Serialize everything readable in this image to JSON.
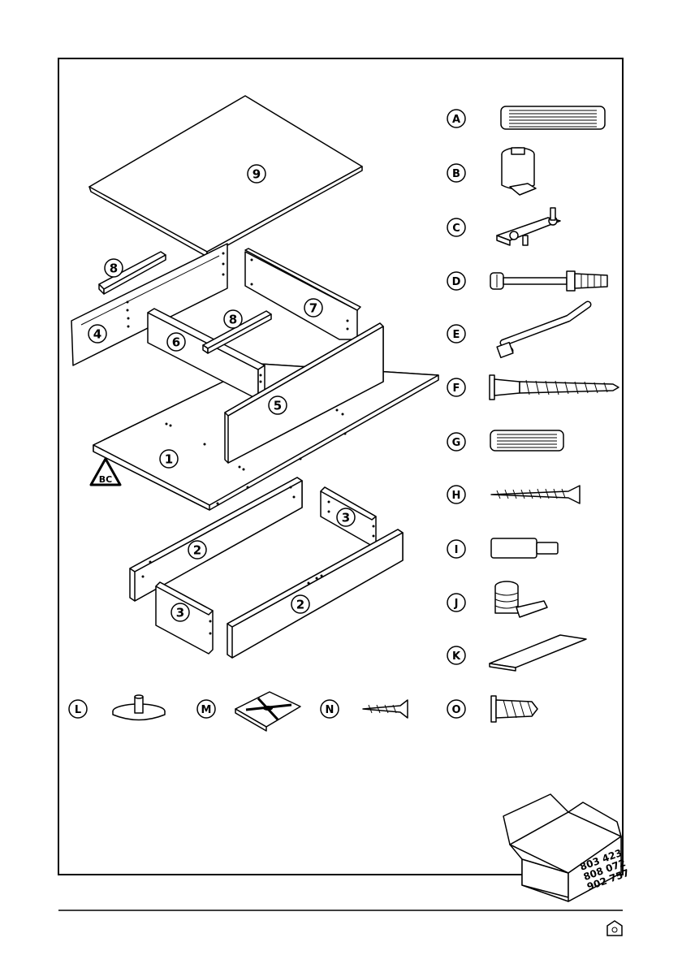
{
  "panels": {
    "top": "9",
    "rail_left": "8",
    "rail_center": "8",
    "side_left": "4",
    "divider": "6",
    "back": "7",
    "front": "5",
    "bottom": "1",
    "frame_front": "2",
    "frame_back": "2",
    "frame_side_right": "3",
    "frame_side_left": "3"
  },
  "hardware": [
    "A",
    "B",
    "C",
    "D",
    "E",
    "F",
    "G",
    "H",
    "I",
    "J",
    "K",
    "L",
    "M",
    "N",
    "O"
  ],
  "bc_badge": "BC",
  "box_codes": [
    "803 423",
    "808 072",
    "902 757"
  ]
}
